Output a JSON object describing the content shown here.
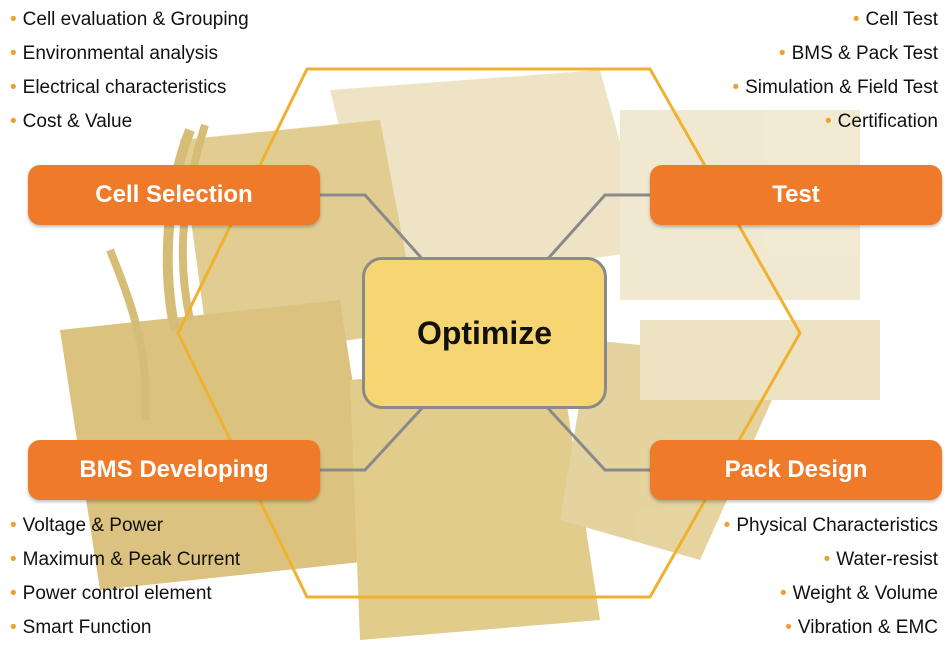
{
  "center": {
    "label": "Optimize"
  },
  "nodes": {
    "top_left": {
      "label": "Cell Selection",
      "items": [
        "Cell evaluation & Grouping",
        "Environmental analysis",
        "Electrical characteristics",
        "Cost & Value"
      ]
    },
    "top_right": {
      "label": "Test",
      "items": [
        "Cell Test",
        "BMS & Pack Test",
        "Simulation & Field Test",
        "Certification"
      ]
    },
    "bottom_left": {
      "label": "BMS Developing",
      "items": [
        "Voltage & Power",
        "Maximum & Peak Current",
        "Power control element",
        "Smart Function"
      ]
    },
    "bottom_right": {
      "label": "Pack Design",
      "items": [
        "Physical Characteristics",
        "Water-resist",
        "Weight & Volume",
        "Vibration & EMC"
      ]
    }
  },
  "colors": {
    "pill": "#ee7a2a",
    "bullet": "#f0a030",
    "hexagon": "#f0b030",
    "center_fill": "#f6d672",
    "connector": "#8a8a8a"
  }
}
